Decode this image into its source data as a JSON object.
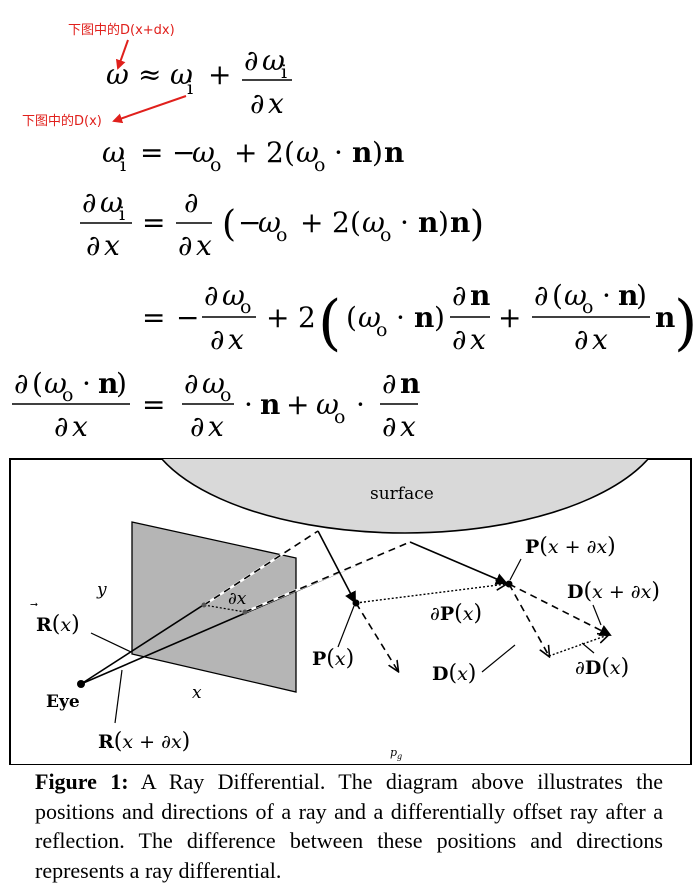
{
  "annotations": {
    "top_label": "下图中的D(x+dx)",
    "left_label": "下图中的D(x)",
    "color": "#e0201c"
  },
  "equations": {
    "omega": "ω",
    "approx": "≈",
    "i": "i",
    "o": "o",
    "plus": "+",
    "minus": "−",
    "equals": "=",
    "partial": "∂",
    "x": "x",
    "n": "n",
    "two": "2",
    "cdot": "·",
    "lparen": "(",
    "rparen": ")"
  },
  "diagram": {
    "surface_label": "surface",
    "eye_label": "Eye",
    "y_label": "y",
    "x_label": "x",
    "dx_label": "∂x",
    "R_x": "R(x)",
    "R_x_dx": "R(x + ∂x)",
    "P_x": "P(x)",
    "P_x_dx": "P(x + ∂x)",
    "dP_x": "∂P(x)",
    "D_x": "D(x)",
    "D_x_dx": "D(x + ∂x)",
    "dD_x": "∂D(x)",
    "pg": "p",
    "pg_sub": "g"
  },
  "caption": {
    "label": "Figure 1:",
    "text": " A Ray Differential.  The diagram above illustrates the positions and directions of a ray and a differentially offset ray after a reflection.  The difference between these positions and directions represents a ray differential."
  }
}
